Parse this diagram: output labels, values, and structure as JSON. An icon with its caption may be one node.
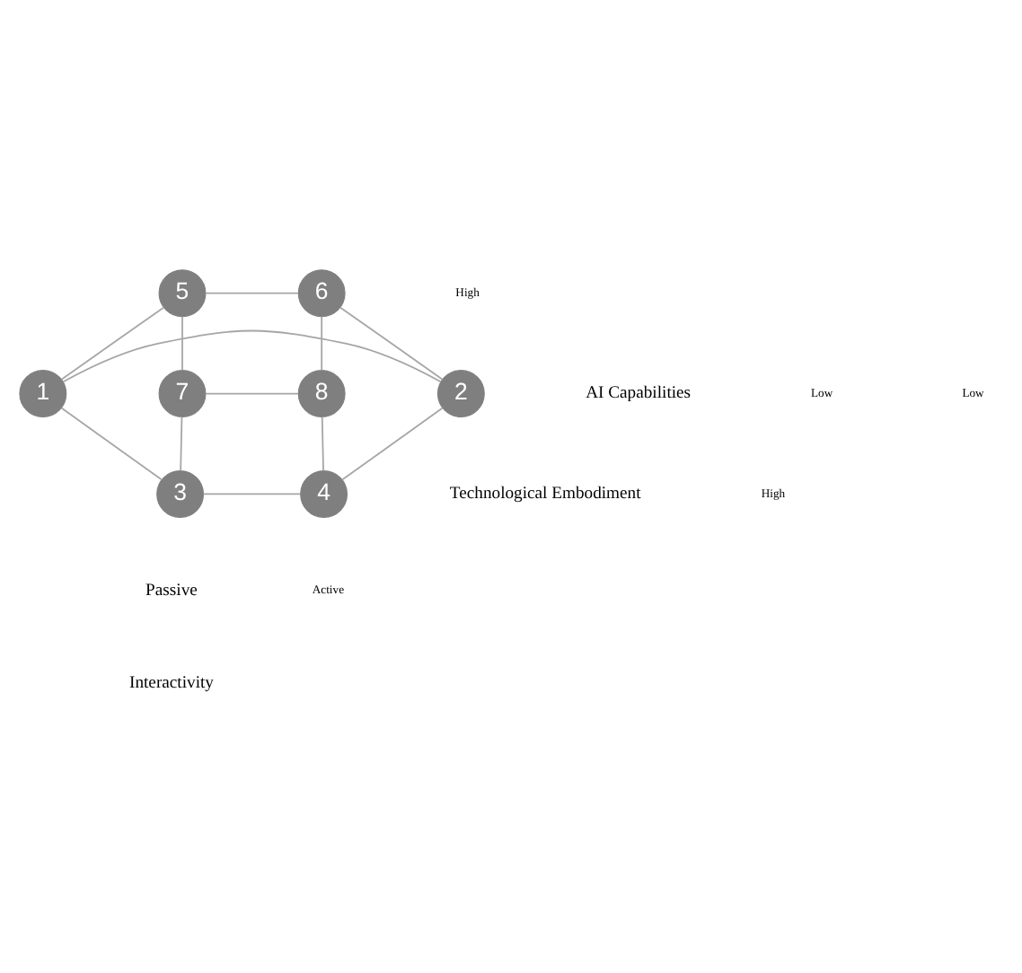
{
  "diagram": {
    "nodes": [
      {
        "text": [
          "5"
        ]
      },
      {
        "text": [
          "6"
        ]
      },
      {
        "text": [
          "7"
        ]
      },
      {
        "text": [
          "8"
        ]
      },
      {
        "text": [
          "1"
        ]
      },
      {
        "text": [
          "2"
        ]
      },
      {
        "text": [
          "3"
        ]
      },
      {
        "text": [
          "4"
        ]
      }
    ],
    "edges": [
      {
        "from": 0,
        "to": 1,
        "arrow": "none"
      },
      {
        "from": 0,
        "to": 2,
        "arrow": "none"
      },
      {
        "from": 0,
        "to": 4,
        "arrow": "none"
      },
      {
        "from": 1,
        "to": 3,
        "arrow": "none"
      },
      {
        "from": 1,
        "to": 5,
        "arrow": "none"
      },
      {
        "from": 2,
        "to": 3,
        "arrow": "none"
      },
      {
        "from": 2,
        "to": 6,
        "arrow": "none"
      },
      {
        "from": 3,
        "to": 7,
        "arrow": "none"
      },
      {
        "from": 4,
        "to": 5,
        "arrow": "none"
      },
      {
        "from": 4,
        "to": 6,
        "arrow": "none"
      },
      {
        "from": 5,
        "to": 7,
        "arrow": "none"
      },
      {
        "from": 6,
        "to": 7,
        "arrow": "none"
      }
    ],
    "labels": [
      "High",
      "AI Capabilities",
      "Low",
      "Low",
      "Technological Embodiment",
      "High",
      "Passive",
      "Active",
      "Interactivity"
    ]
  }
}
